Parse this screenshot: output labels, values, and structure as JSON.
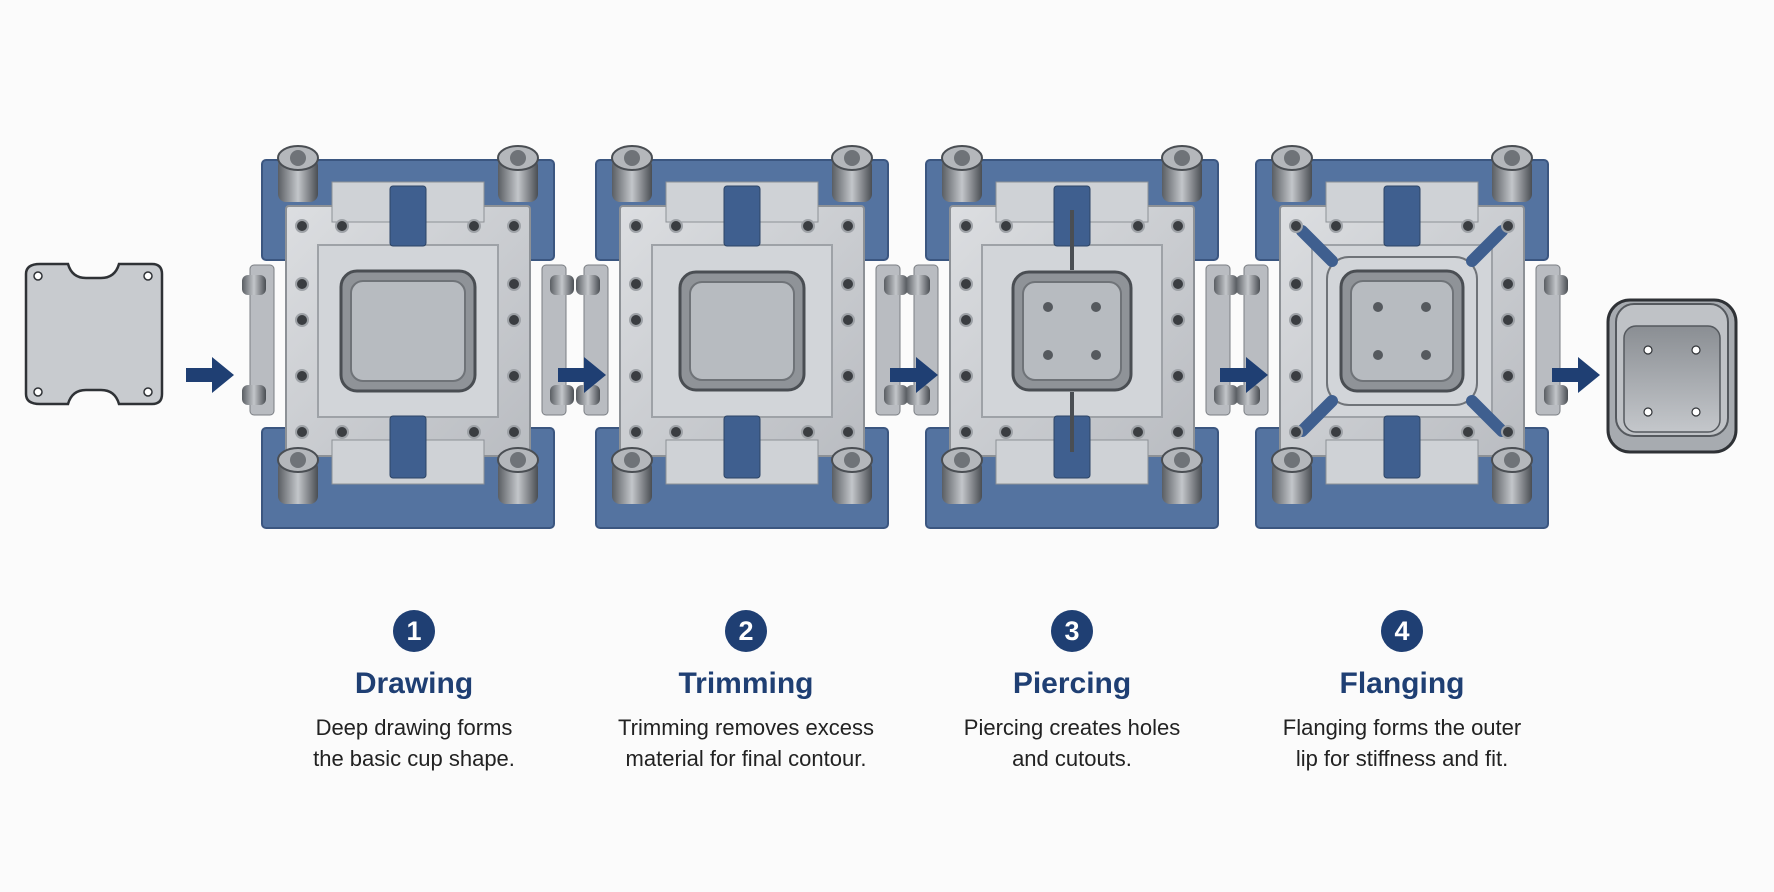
{
  "colors": {
    "accent": "#1f3f73",
    "die_blue": "#5473a0",
    "steel": "#c9ccd0",
    "steel_dark": "#8d9196"
  },
  "input_part": {
    "icon": "flat-blank-icon"
  },
  "output_part": {
    "icon": "finished-cup-icon"
  },
  "arrow_icon": "right-arrow-icon",
  "steps": [
    {
      "number": "1",
      "title": "Drawing",
      "line1": "Deep drawing forms",
      "line2": "the basic cup shape.",
      "icon": "drawing-die-icon"
    },
    {
      "number": "2",
      "title": "Trimming",
      "line1": "Trimming removes excess",
      "line2": "material for final contour.",
      "icon": "trimming-die-icon"
    },
    {
      "number": "3",
      "title": "Piercing",
      "line1": "Piercing creates holes",
      "line2": "and cutouts.",
      "icon": "piercing-die-icon"
    },
    {
      "number": "4",
      "title": "Flanging",
      "line1": "Flanging forms the outer",
      "line2": "lip for stiffness and fit.",
      "icon": "flanging-die-icon"
    }
  ]
}
